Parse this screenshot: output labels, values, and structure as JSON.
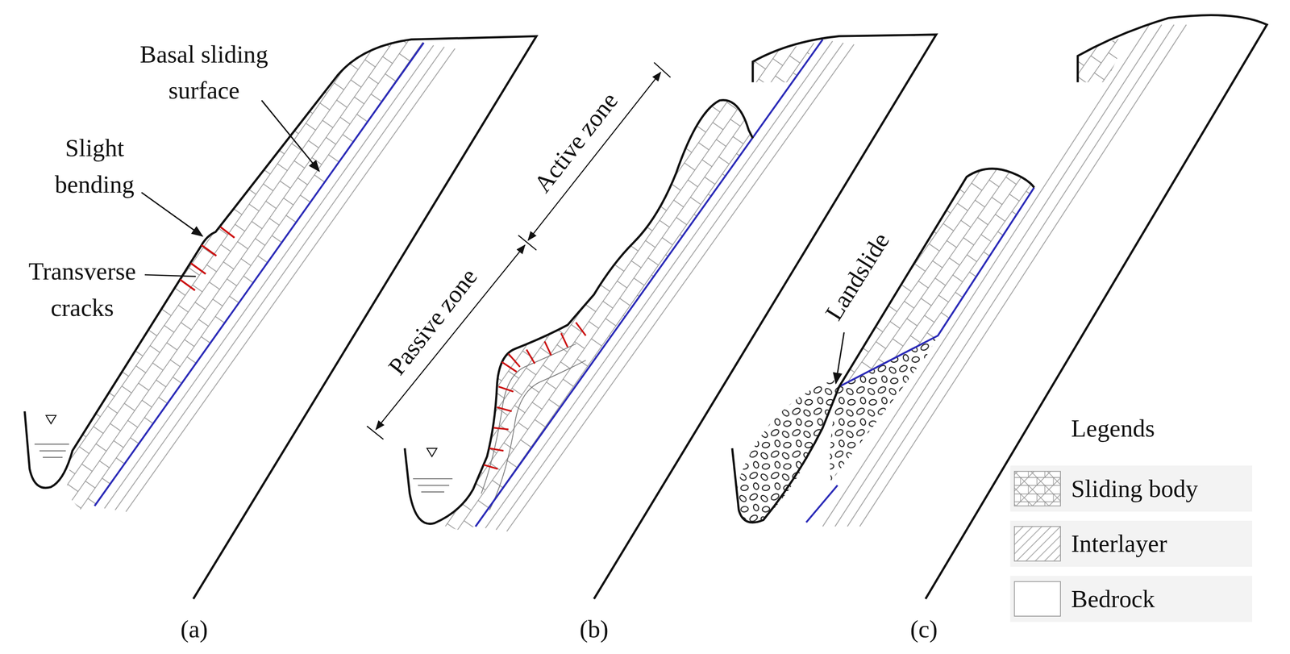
{
  "diagram": {
    "labels": [
      "Basal sliding surface",
      "Slight bending",
      "Transverse cracks",
      "Active zone",
      "Passive zone",
      "Landslide",
      "(a)",
      "(b)",
      "(c)",
      "Legends"
    ],
    "legend": [
      {
        "text": "Sliding body"
      },
      {
        "text": "Interlayer"
      },
      {
        "text": "Bedrock"
      }
    ]
  }
}
